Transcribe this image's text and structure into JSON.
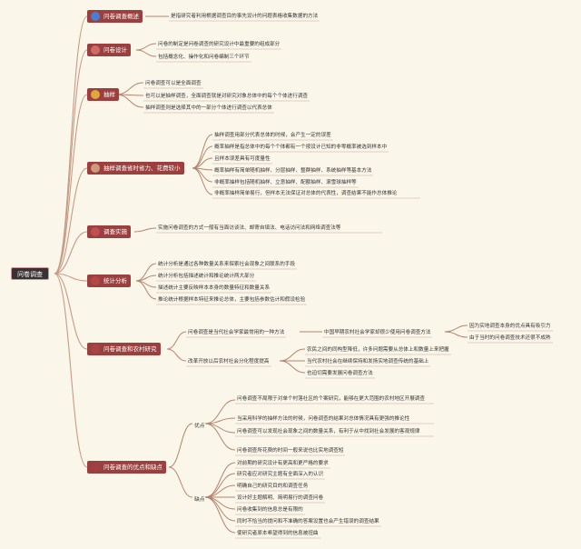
{
  "root": "问卷调查",
  "branches": [
    {
      "label": "问卷调查概述",
      "icon_color": "#4a7fd0",
      "children": [
        "是指研究者利用根据调查目的事先设计的问题表格收集数据的方法"
      ]
    },
    {
      "label": "问卷设计",
      "icon_color": "#d06a6a",
      "children": [
        "问卷的制定是问卷调查的研究设计中最重要的组成部分",
        "包括概念化、操作化和问卷编制三个环节"
      ]
    },
    {
      "label": "抽样",
      "icon_color": "#e0a83a",
      "children": [
        "问卷调查可以是全面调查",
        "也可以是抽样调查，全面调查就是对研究对象总体中的每个个体进行调查",
        "抽样调查则是选择其中的一部分个体进行调查以代表总体"
      ]
    },
    {
      "label": "抽样调查省时省力、花费较小",
      "icon_color": "#d09a7a",
      "children": [
        "抽样调查用部分代表总体的时候，会产生一定的误差",
        "概率抽样是指总体中的每个个体都有一个按设计已知的非零概率被选到样本中",
        "且样本误差具有可度量性",
        "概率抽样有简单随机抽样、分层抽样、整群抽样、系统抽样等基本方法",
        "非概率抽样包括随机抽样、立意抽样、配额抽样、滚雪球抽样等",
        "非概率抽样简单易行，但样本无法保证对总体的代表性，调查结果不能作总体推论"
      ]
    },
    {
      "label": "调查实施",
      "icon_color": "#c05050",
      "children": [
        "实施问卷调查的方式一般有当面访谈法、邮寄自填法、电话访问法和网络调查法等"
      ]
    },
    {
      "label": "统计分析",
      "icon_color": "#b04848",
      "children": [
        "统计分析是通过各种数量关系来探索社会现象之间联系的手段",
        "统计分析包括描述统计和推论统计两大部分",
        "描述统计主要反映样本本身的数量特征和数量关系",
        "推论统计根据样本特征来推论总体，主要包括参数估计和假设检验"
      ]
    },
    {
      "label": "问卷调查和农村研究",
      "icon_color": "#a84444",
      "children": [
        "问卷调查是当代社会学家最常用的一种方法",
        "改革开放以后农村社会分化程度提高"
      ],
      "grand": [
        {
          "label": "中国早期农村社会学家却很少使用问卷调查方法",
          "items": [
            "因为实地调查本身的优点具有吸引力",
            "由于当时的问卷调查技术还很不成熟"
          ]
        },
        {
          "items": [
            "农民之间的同构型降低，许多问题需要从总体上和数量上来把握",
            "当代农村社会在继续保持和发扬实地调查传统的基础上",
            "也迫切需要发展问卷调查方法"
          ]
        }
      ]
    },
    {
      "label": "问卷调查的优点和缺点",
      "icon_color": "#a04040",
      "subs": [
        {
          "label": "优点",
          "items": [
            "问卷调查不局限于对单个村落社区的个案研究，能够在更大范围的农村地区开展调查",
            "当采用科学的抽样方法的时候，问卷调查的结果对总体情况具有更强的推论性",
            "问卷调查可以发现社会现象之间的数量关系，有利于从中找到社会发展的客观规律",
            "问卷调查所花费的时间一般来说也比实地调查短"
          ]
        },
        {
          "label": "缺点",
          "items": [
            "对前期的研究设计有更高和更严格的要求",
            "研究者应对研究主题有全面深入的认识",
            "明确自己的研究目的和调查任务",
            "设计好主题解明、简明易行的调查问卷",
            "问卷收集到的信息总是有限的",
            "同时不恰当的提问和不准确的答案设置也会产生错误的调查结果",
            "使研究者原本希望得到的信息被扭曲"
          ]
        }
      ]
    }
  ]
}
